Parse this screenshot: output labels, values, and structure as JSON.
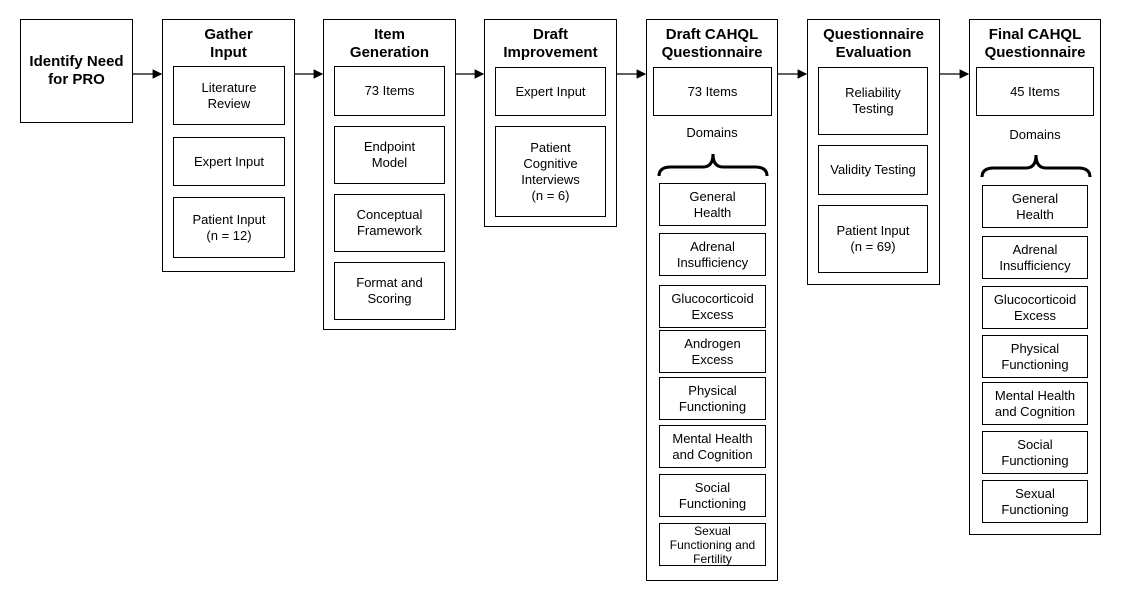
{
  "start": {
    "label": "Identify Need\nfor PRO"
  },
  "gather": {
    "title": "Gather\nInput",
    "items": [
      "Literature\nReview",
      "Expert Input",
      "Patient Input\n(n = 12)"
    ]
  },
  "generation": {
    "title": "Item\nGeneration",
    "items": [
      "73 Items",
      "Endpoint\nModel",
      "Conceptual\nFramework",
      "Format and\nScoring"
    ]
  },
  "improvement": {
    "title": "Draft\nImprovement",
    "items": [
      "Expert Input",
      "Patient\nCognitive\nInterviews\n(n = 6)"
    ]
  },
  "draft": {
    "title": "Draft CAHQL\nQuestionnaire",
    "count": "73 Items",
    "domains_label": "Domains",
    "domains": [
      "General\nHealth",
      "Adrenal\nInsufficiency",
      "Glucocorticoid\nExcess",
      "Androgen\nExcess",
      "Physical\nFunctioning",
      "Mental Health\nand Cognition",
      "Social\nFunctioning",
      "Sexual\nFunctioning and\nFertility"
    ]
  },
  "evaluation": {
    "title": "Questionnaire\nEvaluation",
    "items": [
      "Reliability\nTesting",
      "Validity Testing",
      "Patient Input\n(n = 69)"
    ]
  },
  "final": {
    "title": "Final CAHQL\nQuestionnaire",
    "count": "45 Items",
    "domains_label": "Domains",
    "domains": [
      "General\nHealth",
      "Adrenal\nInsufficiency",
      "Glucocorticoid\nExcess",
      "Physical\nFunctioning",
      "Mental Health\nand Cognition",
      "Social\nFunctioning",
      "Sexual\nFunctioning"
    ]
  }
}
